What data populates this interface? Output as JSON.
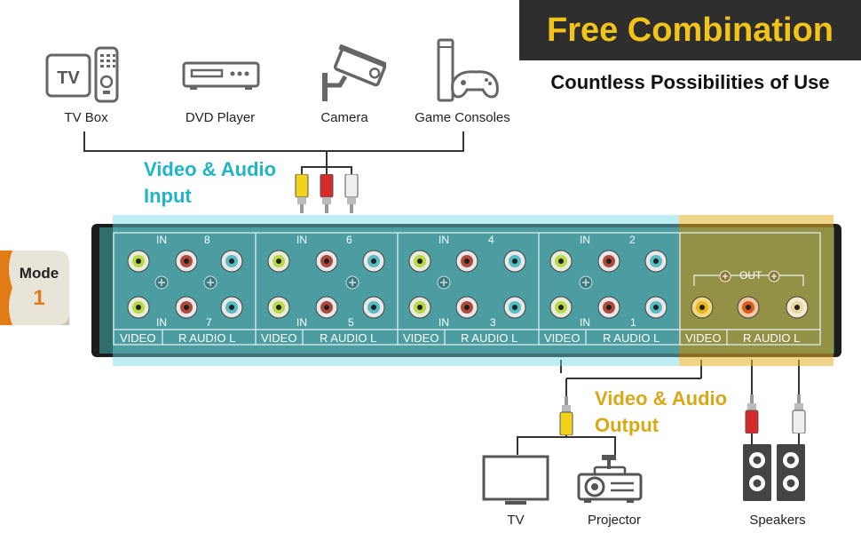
{
  "header": {
    "title": "Free Combination",
    "subtitle": "Countless Possibilities of Use"
  },
  "input_devices": [
    {
      "label": "TV Box",
      "icon": "tv-box-icon",
      "icon_text": "TV"
    },
    {
      "label": "DVD Player",
      "icon": "dvd-player-icon"
    },
    {
      "label": "Camera",
      "icon": "camera-icon"
    },
    {
      "label": "Game Consoles",
      "icon": "game-console-icon"
    }
  ],
  "input_label": {
    "line1": "Video & Audio",
    "line2": "Input"
  },
  "output_label": {
    "line1": "Video & Audio",
    "line2": "Output"
  },
  "mode": {
    "label": "Mode",
    "value": "1"
  },
  "panel": {
    "groups": [
      {
        "top_in": "IN",
        "top_num": "8",
        "bottom_in": "IN",
        "bottom_num": "7"
      },
      {
        "top_in": "IN",
        "top_num": "6",
        "bottom_in": "IN",
        "bottom_num": "5"
      },
      {
        "top_in": "IN",
        "top_num": "4",
        "bottom_in": "IN",
        "bottom_num": "3"
      },
      {
        "top_in": "IN",
        "top_num": "2",
        "bottom_in": "IN",
        "bottom_num": "1"
      }
    ],
    "video_label": "VIDEO",
    "audio_label": "R AUDIO L",
    "out_label": "OUT"
  },
  "output_devices": [
    {
      "label": "TV",
      "icon": "tv-icon"
    },
    {
      "label": "Projector",
      "icon": "projector-icon"
    },
    {
      "label": "Speakers",
      "icon": "speakers-icon"
    }
  ],
  "colors": {
    "banner_bg": "#2e2e2e",
    "banner_text": "#f2c318",
    "teal_accent": "#1fb5c4",
    "gold_accent": "#d9a816",
    "panel_bg": "#2f6e6a",
    "rca_yellow": "#f3d21a",
    "rca_red": "#d42a2a",
    "rca_white": "#eeeeee",
    "mode_orange": "#e07b16"
  }
}
